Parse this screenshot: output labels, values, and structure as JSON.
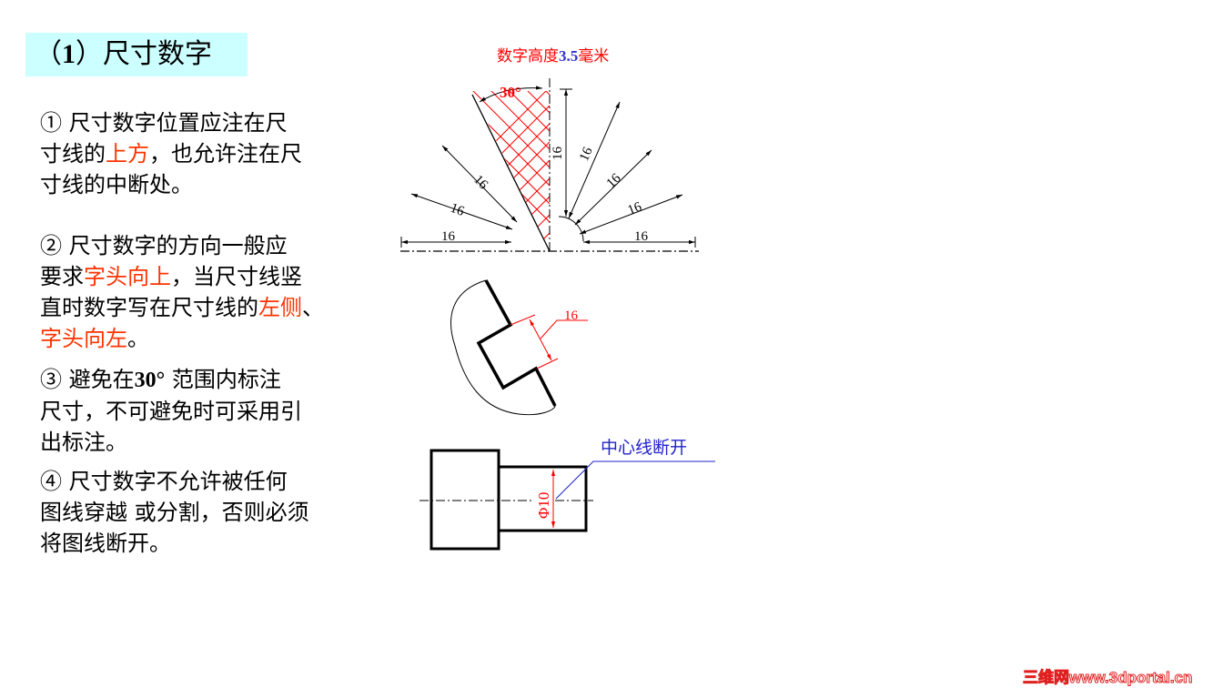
{
  "title": {
    "prefix": "（",
    "number": "1",
    "suffix": "）尺寸数字"
  },
  "paragraphs": {
    "p1": {
      "line1": "① 尺寸数字位置应注在尺",
      "line2_a": "寸线的",
      "line2_red": "上方",
      "line2_b": "，也允许注在尺",
      "line3": "寸线的中断处。"
    },
    "p2": {
      "line1": "② 尺寸数字的方向一般应",
      "line2_a": "要求",
      "line2_red": "字头向上",
      "line2_b": "，当尺寸线竖",
      "line3_a": "直时数字写在尺寸线的",
      "line3_red": "左侧",
      "line3_b": "、",
      "line4_red": "字头向左",
      "line4_b": "。"
    },
    "p3": {
      "line1_a": "③ 避免在",
      "line1_bold": "30°",
      "line1_b": " 范围内标注",
      "line2": "尺寸，不可避免时可采用引",
      "line3": "出标注。"
    },
    "p4": {
      "line1": "④ 尺寸数字不允许被任何",
      "line2": "图线穿越 或分割，否则必须",
      "line3": "将图线断开。"
    }
  },
  "figure1": {
    "caption_a": "数字高度",
    "caption_num": "3.5",
    "caption_b": "毫米",
    "angle_label": "30°",
    "dim_labels": [
      "16",
      "16",
      "16",
      "16",
      "16",
      "16",
      "16",
      "16"
    ],
    "colors": {
      "hatch": "#ff0000",
      "caption_red": "#ff0000",
      "caption_blue": "#3333cc"
    }
  },
  "figure2": {
    "dim_label": "16",
    "color": "#ff0000"
  },
  "figure3": {
    "dim_label": "Φ10",
    "leader_label": "中心线断开",
    "leader_color": "#2222cc",
    "dim_color": "#ff0000"
  },
  "watermark": "三维网www.3dportal.cn"
}
